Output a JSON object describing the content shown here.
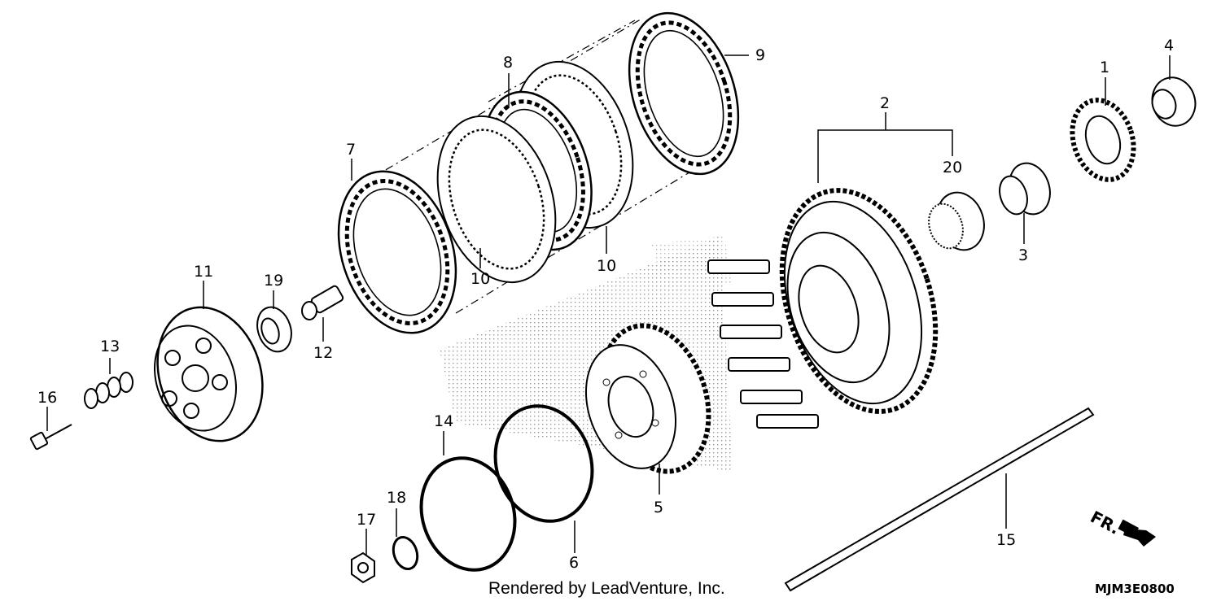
{
  "callouts": [
    "1",
    "2",
    "3",
    "4",
    "5",
    "6",
    "7",
    "8",
    "9",
    "10",
    "10",
    "11",
    "12",
    "13",
    "14",
    "15",
    "16",
    "17",
    "18",
    "19",
    "20"
  ],
  "direction_label": "FR.",
  "credit": "Rendered by LeadVenture, Inc.",
  "diagram_code": "MJM3E0800",
  "colors": {
    "line": "#000000",
    "hatch": "#9a9a9a",
    "background": "#ffffff"
  }
}
